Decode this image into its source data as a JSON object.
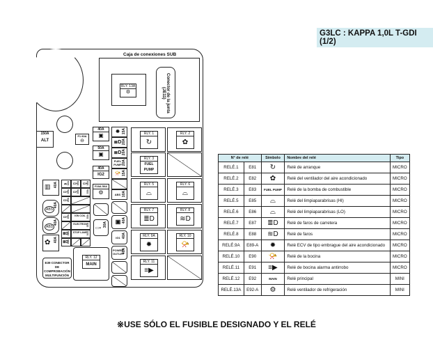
{
  "title": "G3LC : KAPPA 1,0L T-GDI (1/2)",
  "sub_box": {
    "label": "Caja de conexiones SUB",
    "relay": "RLY. 13A",
    "connector": "Conector de la junta (JE11)"
  },
  "alt": {
    "amp": "150A",
    "label": "ALT"
  },
  "f1": {
    "label": "F1 80A"
  },
  "top_fuses": [
    {
      "amp": "40A"
    },
    {
      "amp": "50A"
    },
    {
      "amp": "40A",
      "label": "IG2"
    }
  ],
  "f28": {
    "label": "F28A 50A"
  },
  "mid_fuses": [
    {
      "amp": "15A"
    },
    {
      "amp": "20A"
    },
    {
      "amp": "20A"
    },
    {
      "label": "FUEL PUMP",
      "amp": "20A"
    },
    {
      "amp": "15A"
    },
    {
      "amp": ""
    },
    {
      "label": "ABS",
      "amp": "10A"
    }
  ],
  "mid_lower": [
    {
      "amp": "40A"
    },
    {
      "label": "IG1",
      "amp": "40A"
    },
    {
      "label": "POWER OUTLET",
      "amp": "40A"
    }
  ],
  "left_big": [
    {
      "amp": "40A"
    },
    {
      "amp": "40A"
    },
    {
      "amp": "40A"
    },
    {
      "amp": "40A"
    }
  ],
  "small_fuses": {
    "r1": [
      "10A",
      "10A",
      "15A"
    ],
    "r2": [
      "10A",
      "10A",
      "15A"
    ],
    "r3": [
      "15A"
    ],
    "r5": [
      "10A",
      "15A",
      "20A"
    ],
    "ign": "IGN COIL",
    "elec": "ELECTRON",
    "r6": "15A",
    "stop": "STOP LAMP",
    "r7": [
      "10A",
      "10A"
    ],
    "r8": "10A",
    "side": "30A"
  },
  "e39": "E39 CONECTOR DE COMPROBACIÓN MULTIFUNCIÓN",
  "relays": [
    {
      "tag": "RLY. 1",
      "sym": "↻"
    },
    {
      "tag": "RLY. 2",
      "sym": "✿"
    },
    {
      "tag": "RLY. 3",
      "sym": "FUEL PUMP"
    },
    null,
    {
      "tag": "RLY. 5",
      "sym": "⌓"
    },
    {
      "tag": "RLY. 6",
      "sym": "⌓"
    },
    {
      "tag": "RLY. 7",
      "sym": "≣D"
    },
    {
      "tag": "RLY. 8",
      "sym": "≋D"
    },
    {
      "tag": "RLY. 9A",
      "sym": "✹"
    },
    {
      "tag": "RLY. 10",
      "sym": "📯"
    },
    {
      "tag": "RLY. 11",
      "sym": "≡▶"
    },
    null
  ],
  "main_relay": {
    "tag": "RLY. 12",
    "label": "MAIN"
  },
  "table": {
    "headers": [
      "N° de relé",
      "Símbolo",
      "Nombre del relé",
      "Tipo"
    ],
    "rows": [
      [
        "RELÉ.1",
        "E81",
        "↻",
        "Relé de arranque",
        "MICRO"
      ],
      [
        "RELÉ.2",
        "E82",
        "✿",
        "Relé del ventilador del aire acondicionado",
        "MICRO"
      ],
      [
        "RELÉ.3",
        "E83",
        "FUEL PUMP",
        "Relé de la bomba de combustible",
        "MICRO"
      ],
      [
        "RELÉ.5",
        "E85",
        "⌓",
        "Relé del limpiaparabrisas (HI)",
        "MICRO"
      ],
      [
        "RELÉ.6",
        "E86",
        "⌓",
        "Relé del limpiaparabrisas (LO)",
        "MICRO"
      ],
      [
        "RELÉ.7",
        "E87",
        "≣D",
        "Relé de faros de carretera",
        "MICRO"
      ],
      [
        "RELÉ.8",
        "E88",
        "≋D",
        "Relé de faros",
        "MICRO"
      ],
      [
        "RELÉ.9A",
        "E89-A",
        "✹",
        "Relé ECV de tipo embrague del aire acondicionado",
        "MICRO"
      ],
      [
        "RELÉ.10",
        "E90",
        "📯",
        "Relé de la bocina",
        "MICRO"
      ],
      [
        "RELÉ.11",
        "E91",
        "≡▶",
        "Relé de bocina alarma antirrobo",
        "MICRO"
      ],
      [
        "RELÉ.12",
        "E92",
        "MAIN",
        "Relé principal",
        "MINI"
      ],
      [
        "RELÉ.13A",
        "E92-A",
        "⚙",
        "Relé ventilador de refrigeración",
        "MINI"
      ]
    ]
  },
  "footer": "※USE SÓLO EL FUSIBLE DESIGNADO Y EL RELÉ"
}
